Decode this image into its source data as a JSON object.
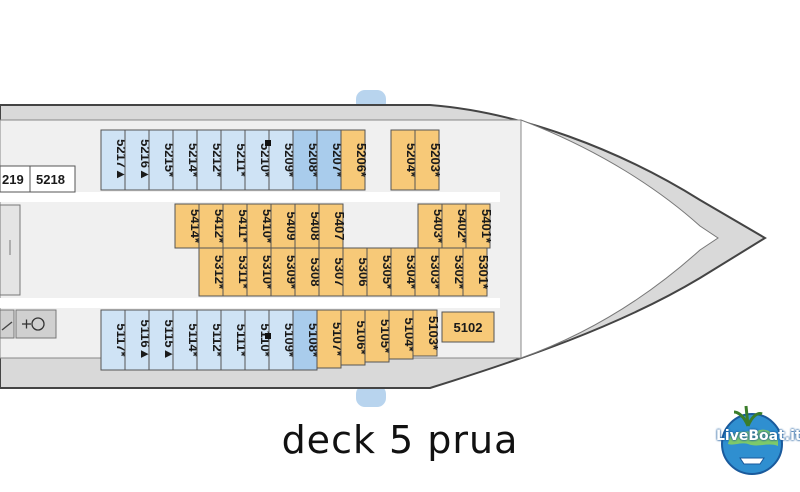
{
  "colors": {
    "blue_light": "#cfe3f5",
    "blue_mid": "#a9ccec",
    "orange": "#f7c978",
    "hull": "#d9d9d9",
    "deck_floor": "#f0f0f0",
    "outline": "#555555"
  },
  "caption": "deck 5 prua",
  "logo": {
    "text": "LiveBoat.it"
  },
  "left_cabins": {
    "c5219": "219",
    "c5218": "5218"
  },
  "left_icons": [
    "stairs-icon",
    "elevator-icon"
  ],
  "top_row": [
    {
      "label": "5217",
      "sym": "▲",
      "color": "blue_light"
    },
    {
      "label": "5216",
      "sym": "▲",
      "color": "blue_light"
    },
    {
      "label": "5215",
      "sym": "*",
      "color": "blue_light"
    },
    {
      "label": "5214",
      "sym": "*",
      "color": "blue_light"
    },
    {
      "label": "5212",
      "sym": "*",
      "color": "blue_light"
    },
    {
      "label": "5211",
      "sym": "*",
      "color": "blue_light"
    },
    {
      "label": "5210",
      "sym": "*",
      "color": "blue_light"
    },
    {
      "label": "5209",
      "sym": "*",
      "color": "blue_light"
    },
    {
      "label": "5208",
      "sym": "*",
      "color": "blue_mid"
    },
    {
      "label": "5207",
      "sym": "*",
      "color": "blue_mid"
    },
    {
      "label": "5206",
      "sym": "*",
      "color": "orange"
    }
  ],
  "top_right": {
    "label": "5204",
    "sym": "*"
  },
  "top_right2": {
    "label": "5203",
    "sym": "*"
  },
  "center_top": [
    {
      "label": "5414",
      "sym": "*"
    },
    {
      "label": "5412",
      "sym": "*"
    },
    {
      "label": "5411",
      "sym": "*"
    },
    {
      "label": "5410",
      "sym": "*"
    },
    {
      "label": "5409",
      "sym": ""
    },
    {
      "label": "5408",
      "sym": ""
    },
    {
      "label": "5407",
      "sym": ""
    }
  ],
  "center_top_right": [
    {
      "label": "5403",
      "sym": "*"
    },
    {
      "label": "5402",
      "sym": "*"
    },
    {
      "label": "5401",
      "sym": "*"
    }
  ],
  "center_bottom": [
    {
      "label": "5312",
      "sym": "*"
    },
    {
      "label": "5311",
      "sym": "*"
    },
    {
      "label": "5310",
      "sym": "*"
    },
    {
      "label": "5309",
      "sym": "*"
    },
    {
      "label": "5308",
      "sym": ""
    },
    {
      "label": "5307",
      "sym": ""
    },
    {
      "label": "5306",
      "sym": ""
    },
    {
      "label": "5305",
      "sym": "*"
    },
    {
      "label": "5304",
      "sym": "*"
    },
    {
      "label": "5303",
      "sym": "*"
    },
    {
      "label": "5302",
      "sym": "*"
    },
    {
      "label": "5301",
      "sym": "*"
    }
  ],
  "bottom_row": [
    {
      "label": "5117",
      "sym": "*",
      "color": "blue_light"
    },
    {
      "label": "5116",
      "sym": "▲",
      "color": "blue_light"
    },
    {
      "label": "5115",
      "sym": "▲",
      "color": "blue_light"
    },
    {
      "label": "5114",
      "sym": "*",
      "color": "blue_light"
    },
    {
      "label": "5112",
      "sym": "*",
      "color": "blue_light"
    },
    {
      "label": "5111",
      "sym": "*",
      "color": "blue_light"
    },
    {
      "label": "5110",
      "sym": "*",
      "color": "blue_light"
    },
    {
      "label": "5109",
      "sym": "*",
      "color": "blue_light"
    },
    {
      "label": "5108",
      "sym": "*",
      "color": "blue_mid"
    },
    {
      "label": "5107",
      "sym": "*",
      "color": "orange"
    },
    {
      "label": "5106",
      "sym": "*",
      "color": "orange"
    },
    {
      "label": "5105",
      "sym": "*",
      "color": "orange"
    },
    {
      "label": "5104",
      "sym": "*",
      "color": "orange"
    },
    {
      "label": "5103",
      "sym": "*",
      "color": "orange"
    }
  ],
  "bottom_right": {
    "label": "5102"
  }
}
